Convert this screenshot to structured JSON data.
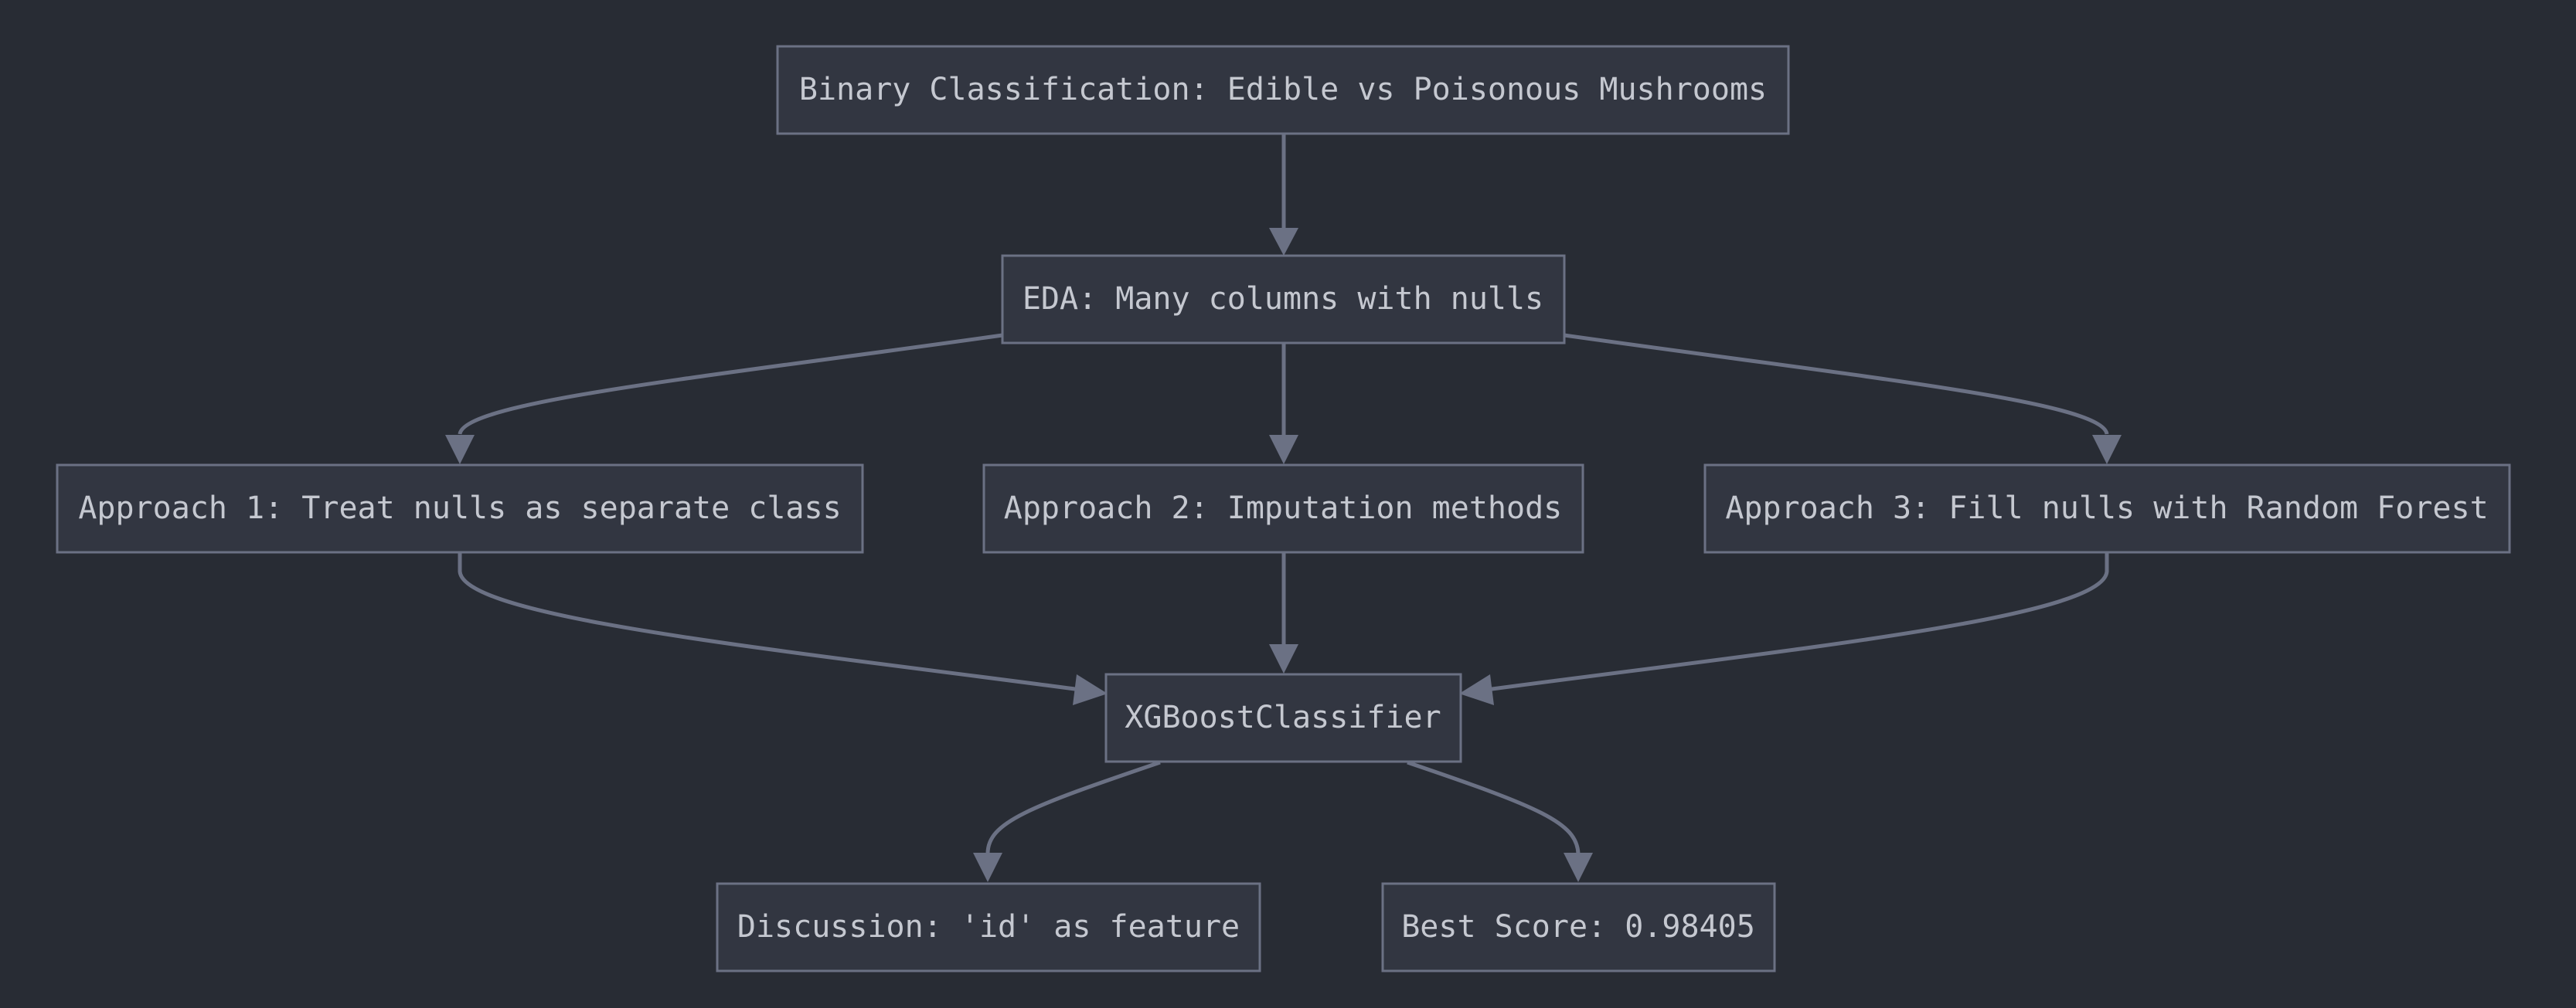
{
  "colors": {
    "background": "#282c34",
    "node_fill": "#323641",
    "node_stroke": "#6b7184",
    "edge": "#6b7184",
    "text": "#c5c8d0"
  },
  "nodes": {
    "root": "Binary Classification: Edible vs Poisonous Mushrooms",
    "eda": "EDA: Many columns with nulls",
    "approach1": "Approach 1: Treat nulls as separate class",
    "approach2": "Approach 2: Imputation methods",
    "approach3": "Approach 3: Fill nulls with Random Forest",
    "xgb": "XGBoostClassifier",
    "discussion": "Discussion: 'id' as feature",
    "best": "Best Score: 0.98405"
  },
  "edges": [
    {
      "from": "root",
      "to": "eda"
    },
    {
      "from": "eda",
      "to": "approach1"
    },
    {
      "from": "eda",
      "to": "approach2"
    },
    {
      "from": "eda",
      "to": "approach3"
    },
    {
      "from": "approach1",
      "to": "xgb"
    },
    {
      "from": "approach2",
      "to": "xgb"
    },
    {
      "from": "approach3",
      "to": "xgb"
    },
    {
      "from": "xgb",
      "to": "discussion"
    },
    {
      "from": "xgb",
      "to": "best"
    }
  ]
}
